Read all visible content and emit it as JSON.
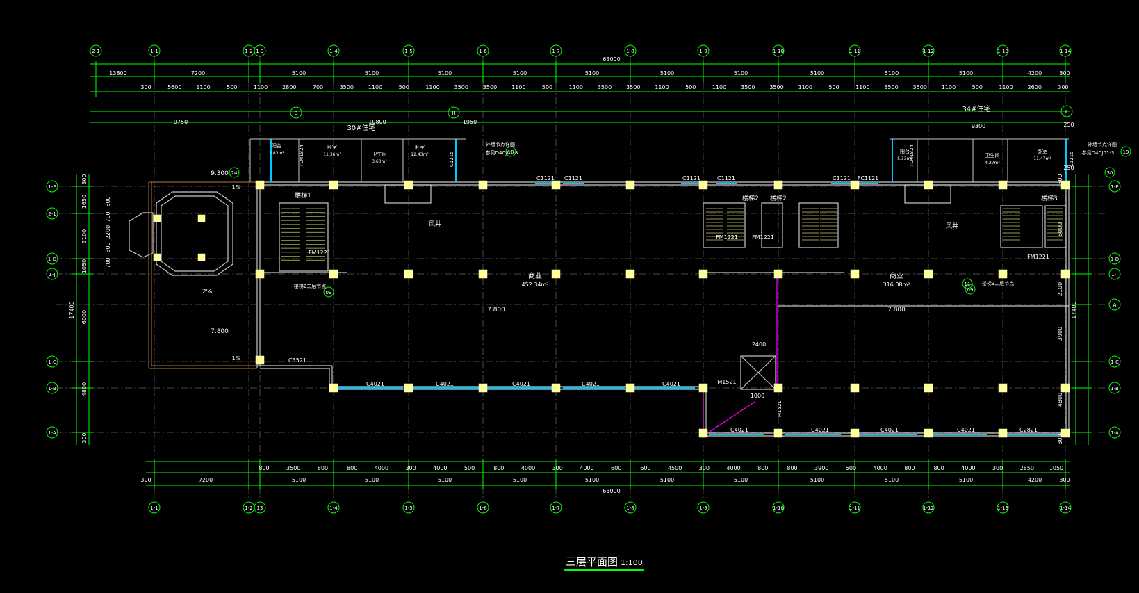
{
  "drawing": {
    "title": "三层平面图",
    "scale": "1:100"
  },
  "axes": {
    "vertical_top": [
      "2-1",
      "1-1",
      "1-2",
      "1-3",
      "1-4",
      "1-5",
      "1-6",
      "1-7",
      "1-8",
      "1-9",
      "1-10",
      "1-11",
      "1-12",
      "1-13",
      "1-14"
    ],
    "vertical_bottom": [
      "1-1",
      "1-2",
      "13",
      "1-4",
      "1-5",
      "1-6",
      "1-7",
      "1-8",
      "1-9",
      "1-10",
      "1-11",
      "1-12",
      "1-13",
      "1-14"
    ],
    "horizontal_left": [
      "1-E",
      "2-1",
      "1-D",
      "1-J",
      "1-C",
      "1-B",
      "1-A"
    ],
    "horizontal_right": [
      "1-E",
      "1-D",
      "1-J",
      "A",
      "1-C",
      "1-B",
      "1-A"
    ],
    "top_extra": [
      "B",
      "H",
      "L"
    ]
  },
  "dimensions": {
    "overall": "63000",
    "overall_bottom": "63000",
    "top_row1": [
      "13800",
      "7200",
      "5100",
      "5100",
      "5100",
      "5100",
      "5100",
      "5100",
      "5100",
      "5100",
      "5100",
      "5100",
      "4200",
      "300"
    ],
    "top_row2": [
      "300",
      "5600",
      "1100",
      "500",
      "1100",
      "2800",
      "700",
      "3500",
      "1100",
      "500",
      "1100",
      "3500",
      "3500",
      "1100",
      "500",
      "1100",
      "3500",
      "3500",
      "1100",
      "500",
      "1100",
      "3500",
      "3500",
      "1100",
      "500",
      "1100",
      "3500",
      "3500",
      "1100",
      "500",
      "1100",
      "2600",
      "300"
    ],
    "bottom_row1": [
      "800",
      "3500",
      "800",
      "800",
      "4000",
      "300",
      "4000",
      "500",
      "800",
      "4000",
      "300",
      "4000",
      "600",
      "600",
      "4500",
      "300",
      "4000",
      "800",
      "800",
      "3900",
      "500",
      "4000",
      "800",
      "800",
      "4000",
      "300",
      "2850",
      "1050"
    ],
    "bottom_row2": [
      "300",
      "7200",
      "5100",
      "5100",
      "5100",
      "5100",
      "5100",
      "5100",
      "5100",
      "5100",
      "5100",
      "5100",
      "4200",
      "300"
    ],
    "left_vertical": [
      "300",
      "1650",
      "3100",
      "1050",
      "17400",
      "6000",
      "4800",
      "300"
    ],
    "left_inner": [
      "600",
      "700",
      "2200",
      "800",
      "700"
    ],
    "right_vertical": [
      "300",
      "17400",
      "6000",
      "2100",
      "3900",
      "4800",
      "300"
    ],
    "misc": [
      "9750",
      "10800",
      "1950",
      "9300",
      "250",
      "250",
      "2400",
      "1000"
    ]
  },
  "rooms": {
    "commercial_left": "商业",
    "commercial_left_area": "452.34m²",
    "commercial_right": "商业",
    "commercial_right_area": "316.08m²",
    "level_main": "7.800",
    "level_terrace": "7.800",
    "level_pavilion": "9.300",
    "stair1": "楼梯1",
    "stair2": "楼梯2",
    "stair2b": "楼梯2",
    "stair3": "楼梯3",
    "shaft_left": "风井",
    "shaft_right": "风井",
    "house30": "30#住宅",
    "house34": "34#住宅",
    "balcony": "阳台",
    "balcony_area": "2.83m²",
    "bedroom1": "卧室",
    "bedroom1_area": "11.36m²",
    "wc1": "卫生间",
    "wc1_area": "3.60m²",
    "bedroom2": "卧室",
    "bedroom2_area": "12.43m²",
    "balcony2": "阳台",
    "balcony2_area": "5.33m²",
    "wc2": "卫生间",
    "wc2_area": "4.27m²",
    "bedroom3": "卧室",
    "bedroom3_area": "11.47m²",
    "slope1": "1%",
    "slope2": "2%",
    "slope3": "1%",
    "ref_left": "参见D4CJ01-3",
    "ref_right": "参见D4CJ01-3",
    "ext_wall_note": "外墙节点详图",
    "ext_wall_note2": "外墙节点详图",
    "stair_note1": "楼梯2二层节点",
    "stair_note2": "楼梯3二层节点"
  },
  "windows": {
    "top": [
      "C1121",
      "C1121",
      "C1121",
      "C1121",
      "C1121",
      "FC1121"
    ],
    "bottom_left": [
      "C4021",
      "C4021",
      "C4021",
      "C4021",
      "C4021"
    ],
    "bottom_right": [
      "C4021",
      "C4021",
      "C4021",
      "C4021",
      "C2821"
    ],
    "terrace": "C3521",
    "doors": [
      "M1521",
      "M1521",
      "FM1221",
      "FM1221",
      "FM1221",
      "FM1221",
      "TLM1824",
      "TLM1824",
      "C1215",
      "C1215"
    ]
  },
  "callouts": [
    "24",
    "30",
    "18",
    "19",
    "09",
    "09",
    "11"
  ],
  "colors": {
    "background": "#000000",
    "dimension": "#00ff00",
    "wall": "#c0c0c0",
    "column": "#ffff99",
    "window": "#00c0ff",
    "text": "#ffffff",
    "axis": "#00ff00",
    "magenta": "#ff00ff",
    "brown": "#b07840"
  }
}
